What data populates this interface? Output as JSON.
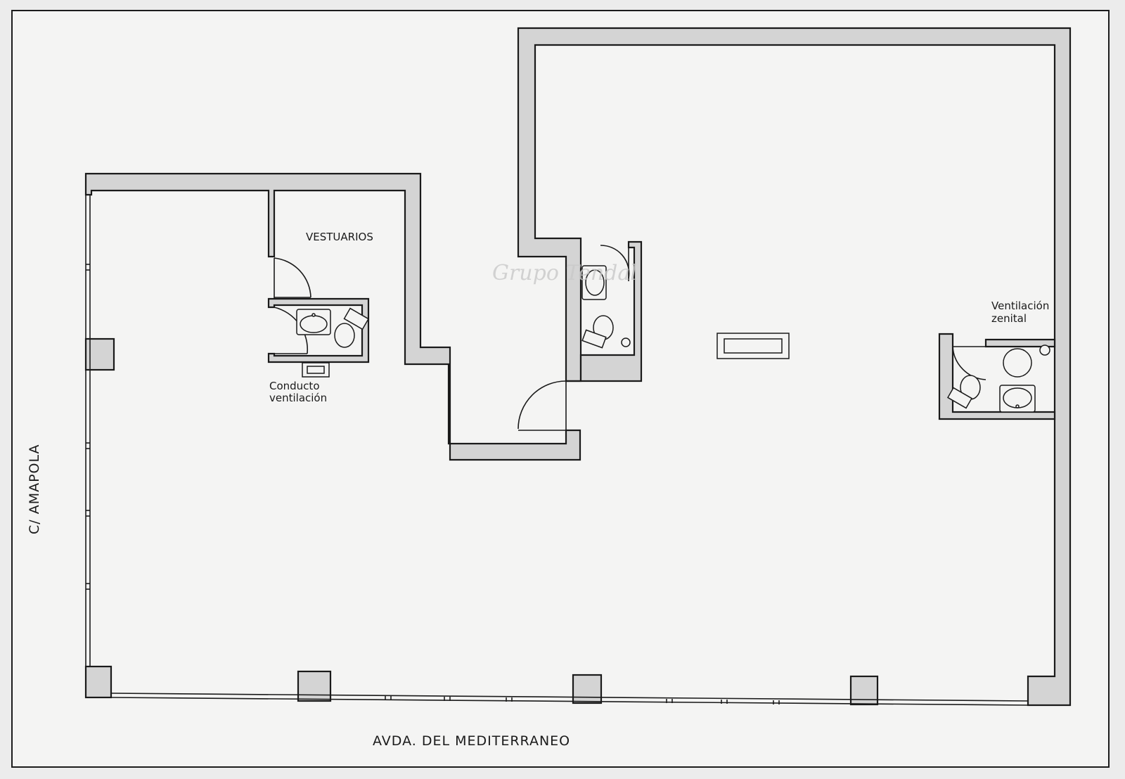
{
  "plan": {
    "street_left": "C/ AMAPOLA",
    "street_bottom": "AVDA. DEL MEDITERRANEO",
    "room_vestuarios": "VESTUARIOS",
    "conducto_line1": "Conducto",
    "conducto_line2": "ventilación",
    "ventilacion_line1": "Ventilación",
    "ventilacion_line2": "zenital",
    "watermark": "Grupo Tendal"
  },
  "colors": {
    "wall_fill": "#d4d4d4",
    "line": "#1a1a1a",
    "paper": "#f4f4f3"
  }
}
